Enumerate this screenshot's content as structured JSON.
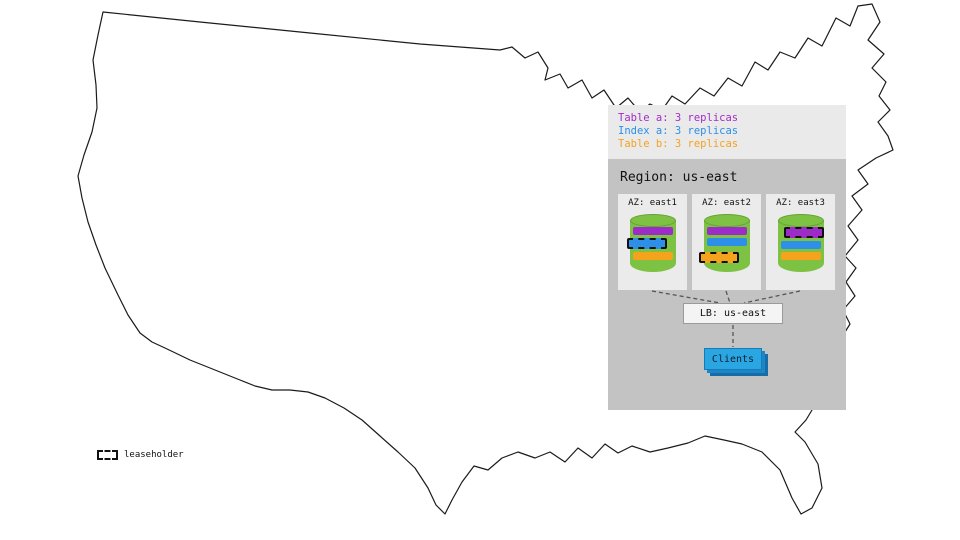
{
  "legend": {
    "items": [
      {
        "label": "Table a: 3 replicas",
        "color": "#a22cc9"
      },
      {
        "label": "Index a: 3 replicas",
        "color": "#2d8fe8"
      },
      {
        "label": "Table b: 3 replicas",
        "color": "#f5a21d"
      }
    ]
  },
  "region": {
    "label": "Region: us-east",
    "azs": [
      {
        "label": "AZ: east1",
        "replicas": [
          {
            "name": "table-a",
            "color": "#9d2bc7",
            "leaseholder": false
          },
          {
            "name": "index-a",
            "color": "#2d8fe8",
            "leaseholder": true
          },
          {
            "name": "table-b",
            "color": "#f5a21d",
            "leaseholder": false
          }
        ]
      },
      {
        "label": "AZ: east2",
        "replicas": [
          {
            "name": "table-a",
            "color": "#9d2bc7",
            "leaseholder": false
          },
          {
            "name": "index-a",
            "color": "#2d8fe8",
            "leaseholder": false
          },
          {
            "name": "table-b",
            "color": "#f5a21d",
            "leaseholder": true
          }
        ]
      },
      {
        "label": "AZ: east3",
        "replicas": [
          {
            "name": "table-a",
            "color": "#9d2bc7",
            "leaseholder": true
          },
          {
            "name": "index-a",
            "color": "#2d8fe8",
            "leaseholder": false
          },
          {
            "name": "table-b",
            "color": "#f5a21d",
            "leaseholder": false
          }
        ]
      }
    ]
  },
  "load_balancer": {
    "label": "LB: us-east"
  },
  "clients": {
    "label": "Clients",
    "color": "#2aa7e2"
  },
  "map_legend": {
    "label": "leaseholder"
  },
  "colors": {
    "cylinder_green": "#7dc242",
    "region_bg": "#c3c3c3",
    "panel_bg": "#eaeaea",
    "map_outline": "#1b1b1b"
  }
}
